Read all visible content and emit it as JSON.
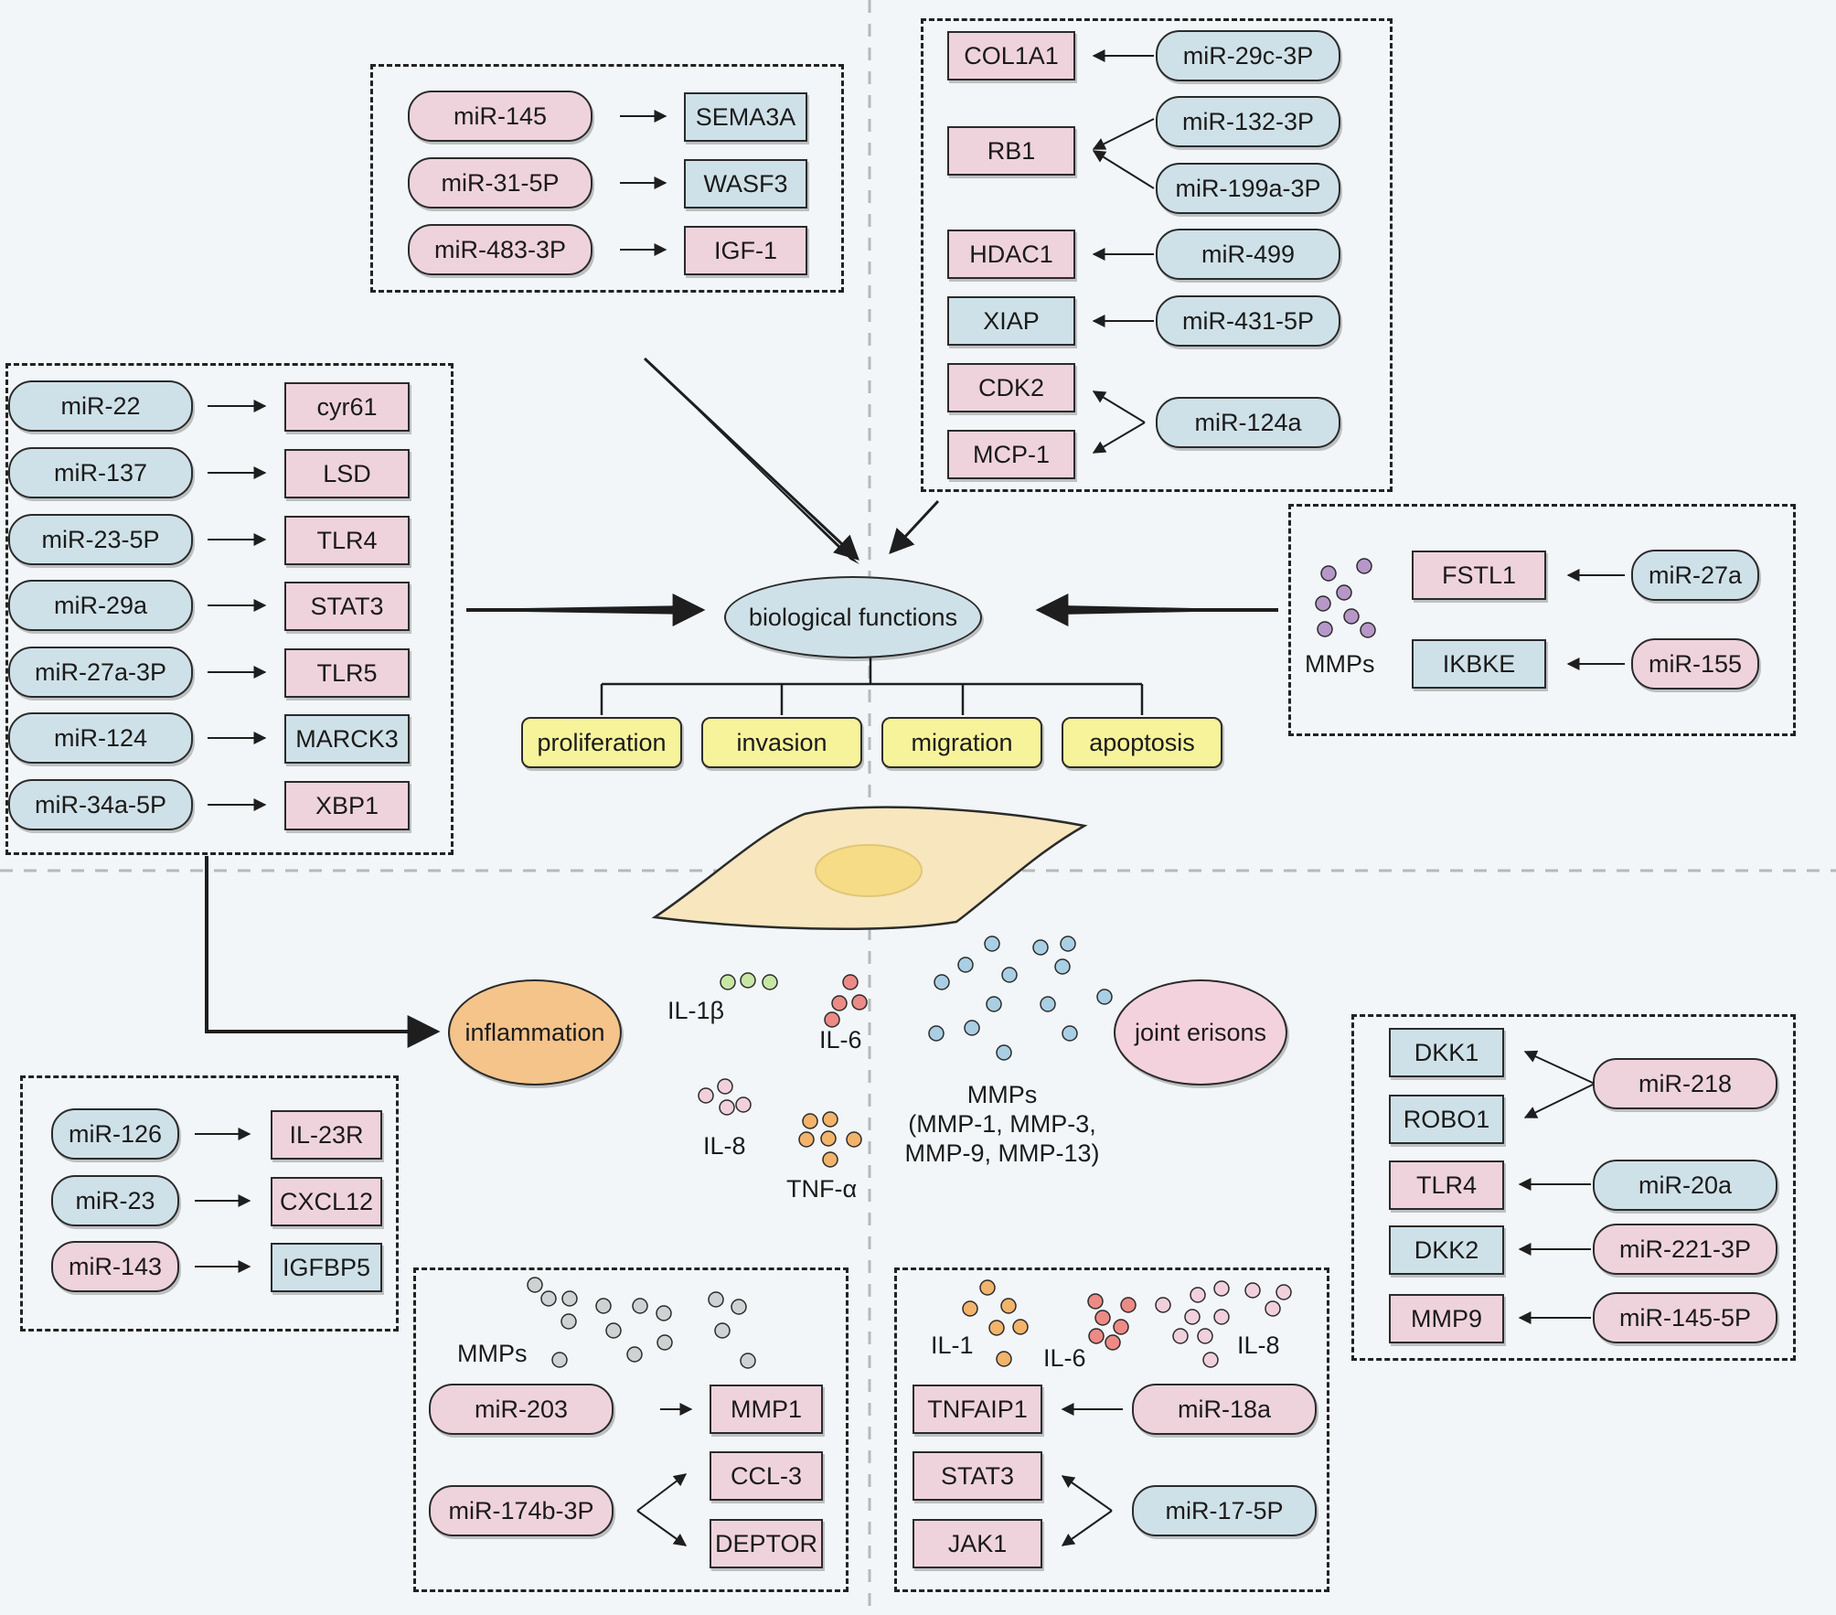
{
  "center": {
    "label": "biological functions",
    "functions": [
      "proliferation",
      "invasion",
      "migration",
      "apoptosis"
    ]
  },
  "inflammation": "inflammation",
  "joint": "joint erisons",
  "cytokines": {
    "il1b": "IL-1β",
    "il6": "IL-6",
    "il8": "IL-8",
    "tnfa": "TNF-α"
  },
  "mmps_center": {
    "title": "MMPs",
    "line1": "(MMP-1, MMP-3,",
    "line2": "MMP-9, MMP-13)"
  },
  "box_top_center": {
    "rows": [
      {
        "mirna": "miR-145",
        "target": "SEMA3A"
      },
      {
        "mirna": "miR-31-5P",
        "target": "WASF3"
      },
      {
        "mirna": "miR-483-3P",
        "target": "IGF-1"
      }
    ]
  },
  "box_top_right": {
    "targets": [
      "COL1A1",
      "RB1",
      "HDAC1",
      "XIAP",
      "CDK2",
      "MCP-1"
    ],
    "mirnas": [
      "miR-29c-3P",
      "miR-132-3P",
      "miR-199a-3P",
      "miR-499",
      "miR-431-5P",
      "miR-124a"
    ]
  },
  "box_left": {
    "rows": [
      {
        "mirna": "miR-22",
        "target": "cyr61"
      },
      {
        "mirna": "miR-137",
        "target": "LSD"
      },
      {
        "mirna": "miR-23-5P",
        "target": "TLR4"
      },
      {
        "mirna": "miR-29a",
        "target": "STAT3"
      },
      {
        "mirna": "miR-27a-3P",
        "target": "TLR5"
      },
      {
        "mirna": "miR-124",
        "target": "MARCK3"
      },
      {
        "mirna": "miR-34a-5P",
        "target": "XBP1"
      }
    ]
  },
  "box_right_mid": {
    "mmps_label": "MMPs",
    "rows": [
      {
        "target": "FSTL1",
        "mirna": "miR-27a"
      },
      {
        "target": "IKBKE",
        "mirna": "miR-155"
      }
    ]
  },
  "box_bottom_left": {
    "rows": [
      {
        "mirna": "miR-126",
        "target": "IL-23R"
      },
      {
        "mirna": "miR-23",
        "target": "CXCL12"
      },
      {
        "mirna": "miR-143",
        "target": "IGFBP5"
      }
    ]
  },
  "box_bottom_center": {
    "mmps_label": "MMPs",
    "mirnas": [
      "miR-203",
      "miR-174b-3P"
    ],
    "targets": [
      "MMP1",
      "CCL-3",
      "DEPTOR"
    ]
  },
  "box_bottom_right": {
    "labels": {
      "il1": "IL-1",
      "il6": "IL-6",
      "il8": "IL-8"
    },
    "targets": [
      "TNFAIP1",
      "STAT3",
      "JAK1"
    ],
    "mirnas": [
      "miR-18a",
      "miR-17-5P"
    ]
  },
  "box_right_low": {
    "targets": [
      "DKK1",
      "ROBO1",
      "TLR4",
      "DKK2",
      "MMP9"
    ],
    "mirnas": [
      "miR-218",
      "miR-20a",
      "miR-221-3P",
      "miR-145-5P"
    ]
  },
  "colors": {
    "pink": "#efd3dc",
    "blue": "#cfe1e8",
    "yellow": "#f6f39a",
    "inflammation": "#f4c48a",
    "joint": "#f3d2dd",
    "background": "#f2f6f8"
  }
}
